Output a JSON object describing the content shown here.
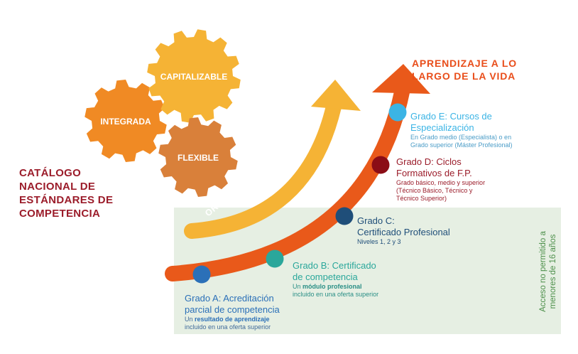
{
  "catalog": {
    "lines": [
      "CATÁLOGO",
      "NACIONAL DE",
      "ESTÁNDARES DE",
      "COMPETENCIA"
    ],
    "color": "#9b1c2a"
  },
  "gears": {
    "integrada": {
      "label": "INTEGRADA",
      "color": "#f08a24"
    },
    "capitalizable": {
      "label": "CAPITALIZABLE",
      "color": "#f5b335"
    },
    "flexible": {
      "label": "FLEXIBLE",
      "color": "#d9803a"
    }
  },
  "orientation_label": "ORIENTACIÓN PROFESIONAL",
  "lifelong": {
    "lines": [
      "APRENDIZAJE A LO",
      "LARGO DE LA VIDA"
    ],
    "color": "#e94e1b"
  },
  "grades": {
    "e": {
      "title_lines": [
        "Grado E: Cursos de",
        "Especialización"
      ],
      "desc_lines": [
        "En Grado medio (Especialista) o en",
        "Grado superior (Máster Profesional)"
      ],
      "color": "#3bb4e5"
    },
    "d": {
      "title_lines": [
        "Grado D: Ciclos",
        "Formativos de F.P."
      ],
      "desc_lines": [
        "Grado básico, medio y superior",
        "(Técnico Básico, Técnico y",
        "Técnico Superior)"
      ],
      "color": "#8b0d16"
    },
    "c": {
      "title_lines": [
        "Grado C:",
        "Certificado Profesional"
      ],
      "desc_lines": [
        "Niveles 1, 2 y 3"
      ],
      "color": "#1f4e79"
    },
    "b": {
      "title_lines": [
        "Grado B: Certificado",
        "de competencia"
      ],
      "desc_prefix": "Un",
      "desc_bold": "módulo profesional",
      "desc_line2": "incluido en una oferta superior",
      "color": "#2aa79b"
    },
    "a": {
      "title_lines": [
        "Grado A: Acreditación",
        "parcial de competencia"
      ],
      "desc_prefix": "Un",
      "desc_bold": "resultado de aprendizaje",
      "desc_line2": "incluido en una oferta superior",
      "color": "#2b70b8"
    }
  },
  "age_notice_lines": [
    "Acceso no permitido a",
    "menores de 16 años"
  ],
  "colors": {
    "panel": "#e6efe3",
    "main_arrow": "#e9591a",
    "orientation_arrow": "#f5b335",
    "age_text": "#4c8f4a"
  }
}
